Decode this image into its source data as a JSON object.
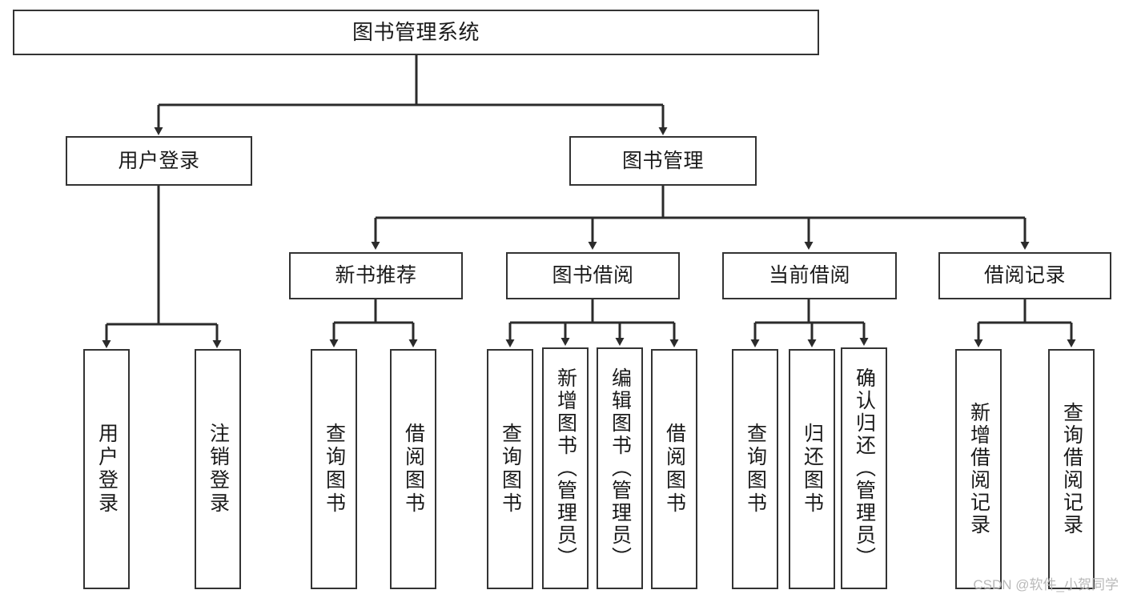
{
  "diagram": {
    "type": "tree-hierarchy-chart",
    "title": "图书管理系统",
    "watermark": "CSDN @软件_小贺同学",
    "stroke_color": "#333333",
    "background_color": "#ffffff",
    "nodes": {
      "root": {
        "label": "图书管理系统"
      },
      "level2": [
        {
          "id": "user-login",
          "label": "用户登录"
        },
        {
          "id": "book-management",
          "label": "图书管理"
        }
      ],
      "level3": [
        {
          "id": "new-book-recommend",
          "label": "新书推荐"
        },
        {
          "id": "book-borrow",
          "label": "图书借阅"
        },
        {
          "id": "current-borrow",
          "label": "当前借阅"
        },
        {
          "id": "borrow-record",
          "label": "借阅记录"
        }
      ],
      "leaves": [
        {
          "id": "leaf-user-login",
          "label": "用户登录",
          "parent": "user-login"
        },
        {
          "id": "leaf-logout",
          "label": "注销登录",
          "parent": "user-login"
        },
        {
          "id": "leaf-query-book-1",
          "label": "查询图书",
          "parent": "new-book-recommend"
        },
        {
          "id": "leaf-borrow-book-1",
          "label": "借阅图书",
          "parent": "new-book-recommend"
        },
        {
          "id": "leaf-query-book-2",
          "label": "查询图书",
          "parent": "book-borrow"
        },
        {
          "id": "leaf-add-book",
          "label": "新增图书（管理员）",
          "parent": "book-borrow"
        },
        {
          "id": "leaf-edit-book",
          "label": "编辑图书（管理员）",
          "parent": "book-borrow"
        },
        {
          "id": "leaf-borrow-book-2",
          "label": "借阅图书",
          "parent": "book-borrow"
        },
        {
          "id": "leaf-query-book-3",
          "label": "查询图书",
          "parent": "current-borrow"
        },
        {
          "id": "leaf-return-book",
          "label": "归还图书",
          "parent": "current-borrow"
        },
        {
          "id": "leaf-confirm-return",
          "label": "确认归还（管理员）",
          "parent": "current-borrow"
        },
        {
          "id": "leaf-add-record",
          "label": "新增借阅记录",
          "parent": "borrow-record"
        },
        {
          "id": "leaf-query-record",
          "label": "查询借阅记录",
          "parent": "borrow-record"
        }
      ]
    }
  }
}
